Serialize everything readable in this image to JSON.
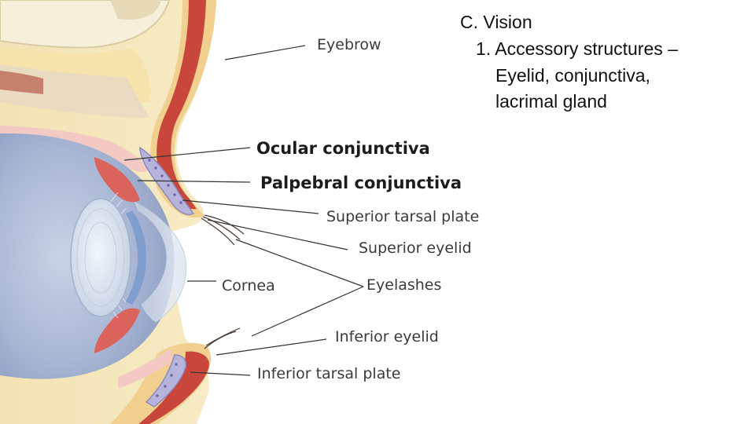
{
  "outline": {
    "heading": "C. Vision",
    "item_line1": "1. Accessory structures –",
    "item_line2": "Eyelid, conjunctiva,",
    "item_line3": "lacrimal gland"
  },
  "labels": {
    "eyebrow": "Eyebrow",
    "ocular_conjunctiva": "Ocular conjunctiva",
    "palpebral_conjunctiva": "Palpebral conjunctiva",
    "superior_tarsal_plate": "Superior tarsal plate",
    "superior_eyelid": "Superior eyelid",
    "cornea": "Cornea",
    "eyelashes": "Eyelashes",
    "inferior_eyelid": "Inferior eyelid",
    "inferior_tarsal_plate": "Inferior tarsal plate"
  },
  "colors": {
    "skin": "#f1d49a",
    "fat": "#f5e3ab",
    "muscle": "#c9473a",
    "bone": "#f6efd9",
    "conjunctiva": "#f3c9c4",
    "tarsal_gland": "#b7b4dc",
    "iris": "#c7d3e6",
    "lens": "#dbe6f1",
    "leader_line": "#333333"
  }
}
